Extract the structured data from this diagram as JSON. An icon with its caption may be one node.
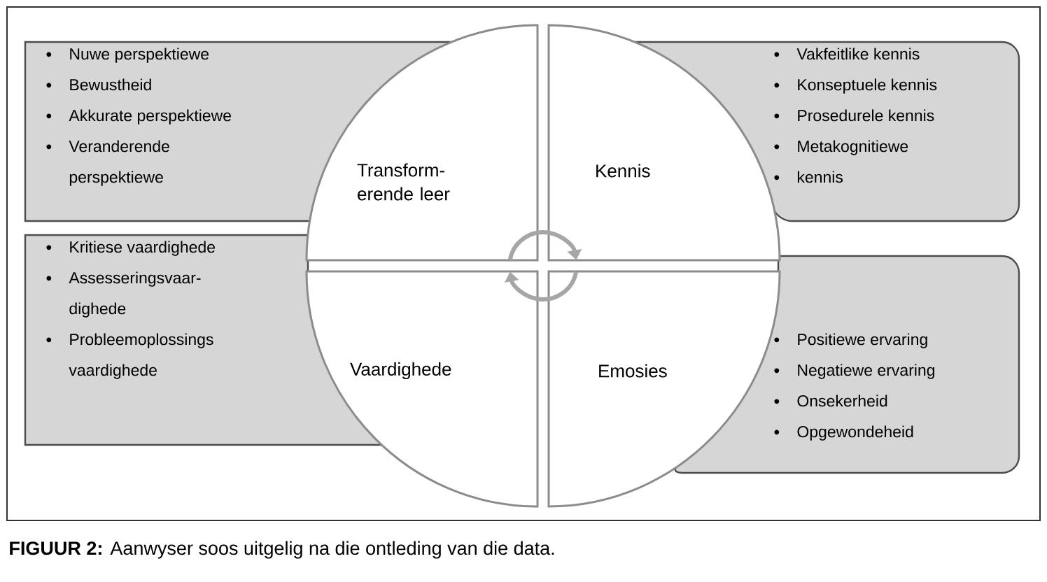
{
  "diagram": {
    "caption": "**FIGUUR 2:** Aanwyser soos uitgelig na die ontleding van die data.",
    "nodes": [
      {
        "text": [
          "Nuwe perspektiewe",
          "Bewustheid",
          "Akkurate perspektiewe",
          "Veranderende perspektiewe"
        ]
      },
      {
        "text": [
          "Transform- erende leer"
        ]
      },
      {
        "text": [
          "Kennis"
        ]
      },
      {
        "text": [
          "Vakfeitlike kennis",
          "Konseptuele kennis",
          "Prosedurele kennis",
          "Metakognitiewe",
          "kennis"
        ]
      },
      {
        "text": [
          "Kritiese vaardighede",
          "Assesseringsvaar- dighede",
          "Probleemoplossings vaardighede"
        ]
      },
      {
        "text": [
          "Vaardighede"
        ]
      },
      {
        "text": [
          "Emosies"
        ]
      },
      {
        "text": [
          "Positiewe ervaring",
          "Negatiewe ervaring",
          "Onsekerheid",
          "Opgewondeheid"
        ]
      }
    ],
    "edges": [
      {
        "from": 1,
        "to": 2,
        "arrow": "to"
      },
      {
        "from": 6,
        "to": 5,
        "arrow": "to"
      }
    ]
  }
}
